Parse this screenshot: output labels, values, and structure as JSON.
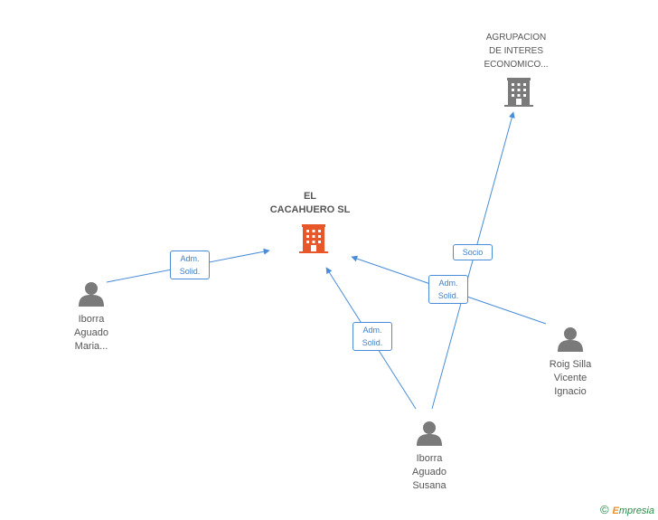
{
  "colors": {
    "edge": "#4a8cd8",
    "person": "#7a7a7a",
    "main_company": "#e8572a",
    "company": "#7a7a7a"
  },
  "nodes": {
    "main": {
      "name_line1": "EL",
      "name_line2": "CACAHUERO SL",
      "icon": "building-icon"
    },
    "agrupacion": {
      "line1": "AGRUPACION",
      "line2": "DE INTERES",
      "line3": "ECONOMICO...",
      "icon": "building-icon"
    },
    "maria": {
      "line1": "Iborra",
      "line2": "Aguado",
      "line3": "Maria...",
      "icon": "person-icon"
    },
    "roig": {
      "line1": "Roig Silla",
      "line2": "Vicente",
      "line3": "Ignacio",
      "icon": "person-icon"
    },
    "susana": {
      "line1": "Iborra",
      "line2": "Aguado",
      "line3": "Susana",
      "icon": "person-icon"
    }
  },
  "edges": {
    "maria_main": {
      "line1": "Adm.",
      "line2": "Solid."
    },
    "roig_main": {
      "line1": "Adm.",
      "line2": "Solid."
    },
    "susana_main": {
      "line1": "Adm.",
      "line2": "Solid."
    },
    "susana_agrupacion": {
      "line1": "Socio"
    }
  },
  "footer": {
    "copyright": "©",
    "brand_initial": "E",
    "brand_rest": "mpresia"
  }
}
